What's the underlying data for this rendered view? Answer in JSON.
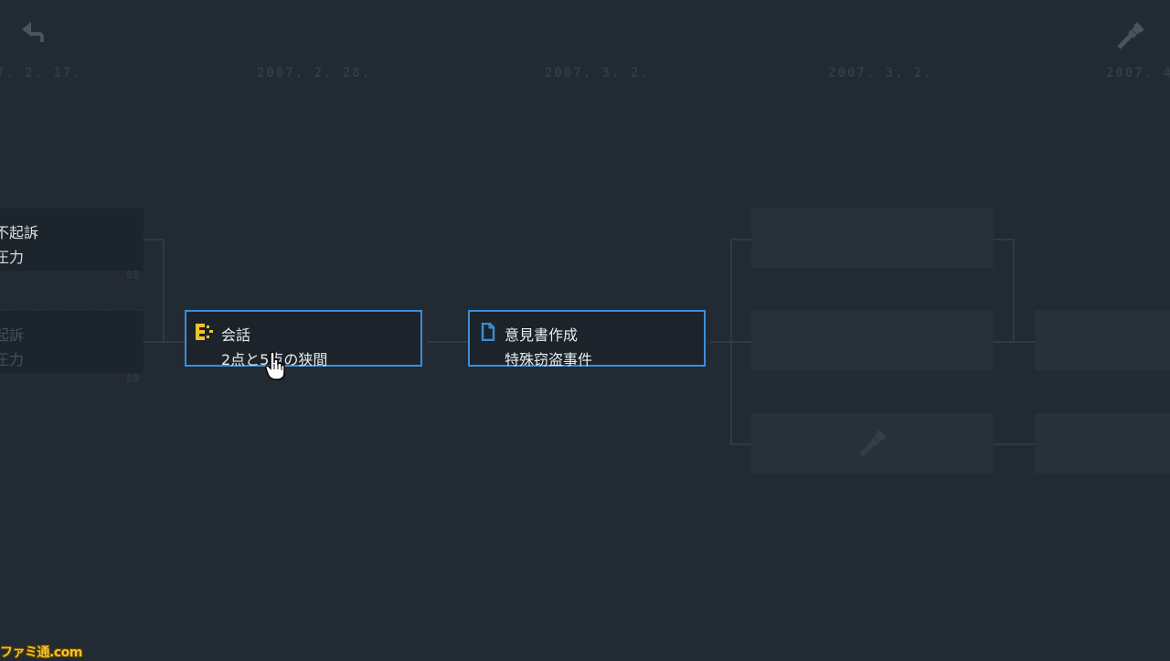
{
  "header": {
    "back_icon": "undo-arrow-icon",
    "tool_icon": "wrench-icon"
  },
  "timeline": {
    "dates": [
      "7. 2. 17.",
      "2007. 2. 28.",
      "2007. 3. 2.",
      "2007. 3. 2.",
      "2007. 4"
    ]
  },
  "left_cards": [
    {
      "line1": "不起訴",
      "line2": "圧力",
      "number": "08"
    },
    {
      "line1": "起訴",
      "line2": "圧力",
      "number": "80"
    }
  ],
  "nodes": [
    {
      "icon": "conversation-icon",
      "title": "会話",
      "subtitle": "2点と5点の狭間"
    },
    {
      "icon": "document-icon",
      "title": "意見書作成",
      "subtitle": "特殊窃盗事件"
    }
  ],
  "colors": {
    "background": "#222a33",
    "node_border": "#3b8ed6",
    "conversation_icon": "#f2c230",
    "document_icon": "#3b8ed6"
  },
  "watermark": "ファミ通.com"
}
